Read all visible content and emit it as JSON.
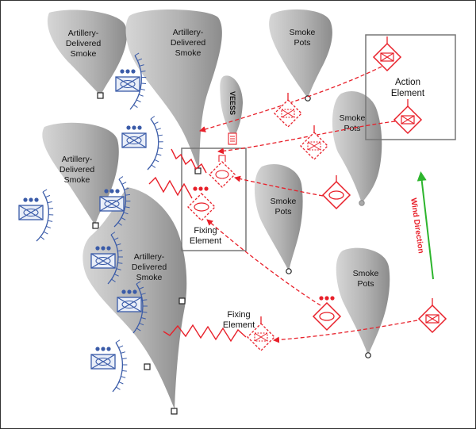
{
  "labels": {
    "smoke_a_line1": "Artillery-",
    "smoke_a_line2": "Delivered",
    "smoke_a_line3": "Smoke",
    "smoke_b_line1": "Artillery-",
    "smoke_b_line2": "Delivered",
    "smoke_b_line3": "Smoke",
    "smoke_c_line1": "Artillery-",
    "smoke_c_line2": "Delivered",
    "smoke_c_line3": "Smoke",
    "smoke_d_line1": "Artillery-",
    "smoke_d_line2": "Delivered",
    "smoke_d_line3": "Smoke",
    "pots_1_line1": "Smoke",
    "pots_1_line2": "Pots",
    "pots_2_line1": "Smoke",
    "pots_2_line2": "Pots",
    "pots_3_line1": "Smoke",
    "pots_3_line2": "Pots",
    "pots_4_line1": "Smoke",
    "pots_4_line2": "Pots",
    "veess": "VEESS",
    "action_line1": "Action",
    "action_line2": "Element",
    "fixing_box_line1": "Fixing",
    "fixing_box_line2": "Element",
    "fixing_low_line1": "Fixing",
    "fixing_low_line2": "Element",
    "wind": "Wind Direction"
  },
  "colors": {
    "friendly": "#e8202a",
    "enemy": "#3a5ba8",
    "wind_arrow": "#2db52d",
    "smoke_fill": "#b0b0b0",
    "box": "#777777"
  }
}
